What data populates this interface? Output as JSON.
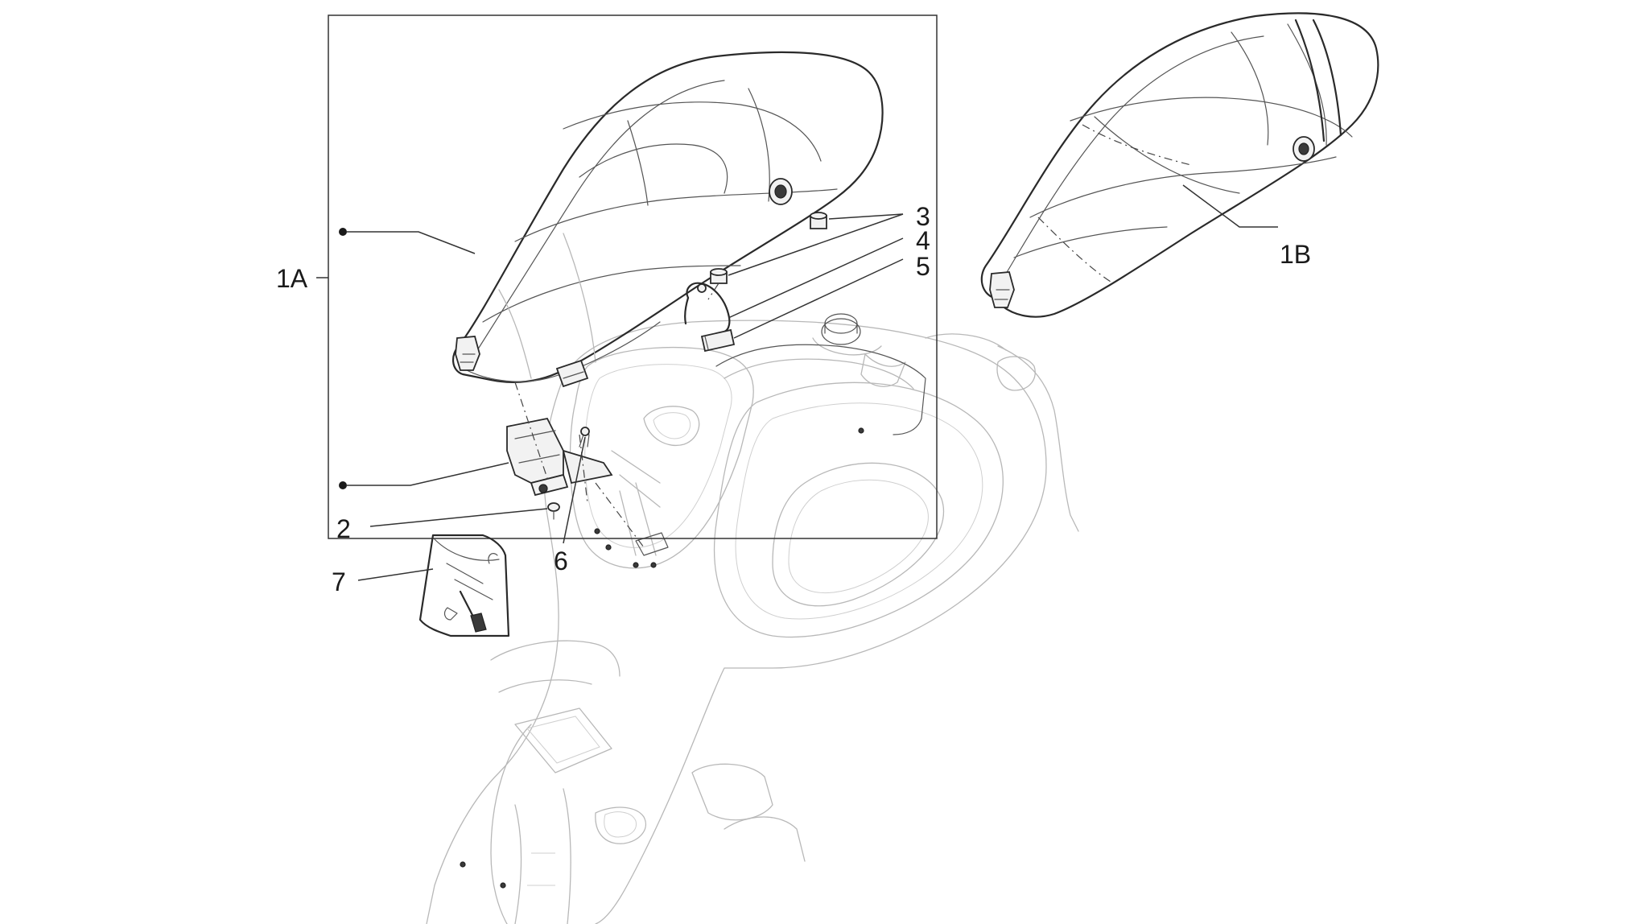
{
  "callouts": {
    "c1a": "1A",
    "c1b": "1B",
    "c2": "2",
    "c3": "3",
    "c4": "4",
    "c5": "5",
    "c6": "6",
    "c7": "7"
  }
}
